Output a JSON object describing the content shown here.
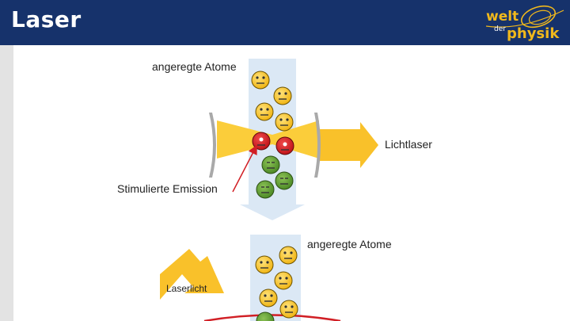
{
  "header": {
    "title": "Laser",
    "logo_line1": "welt",
    "logo_line2": "der",
    "logo_line3": "physik"
  },
  "diagram": {
    "top": {
      "atoms_label": "angeregte Atome",
      "laser_label": "Lichtlaser",
      "emission_label": "Stimulierte Emission"
    },
    "bottom": {
      "atoms_label": "angeregte Atome",
      "input_label": "Laserlicht"
    }
  },
  "colors": {
    "header_bg": "#16326b",
    "logo_accent": "#f0b81c",
    "beam_yellow": "#fbcd3a",
    "atom_yellow": "#f5c31c",
    "atom_red": "#d11f25",
    "atom_green": "#5e9b2f",
    "column_blue": "#dbe8f5",
    "mirror_gray": "#a9a9a9"
  }
}
